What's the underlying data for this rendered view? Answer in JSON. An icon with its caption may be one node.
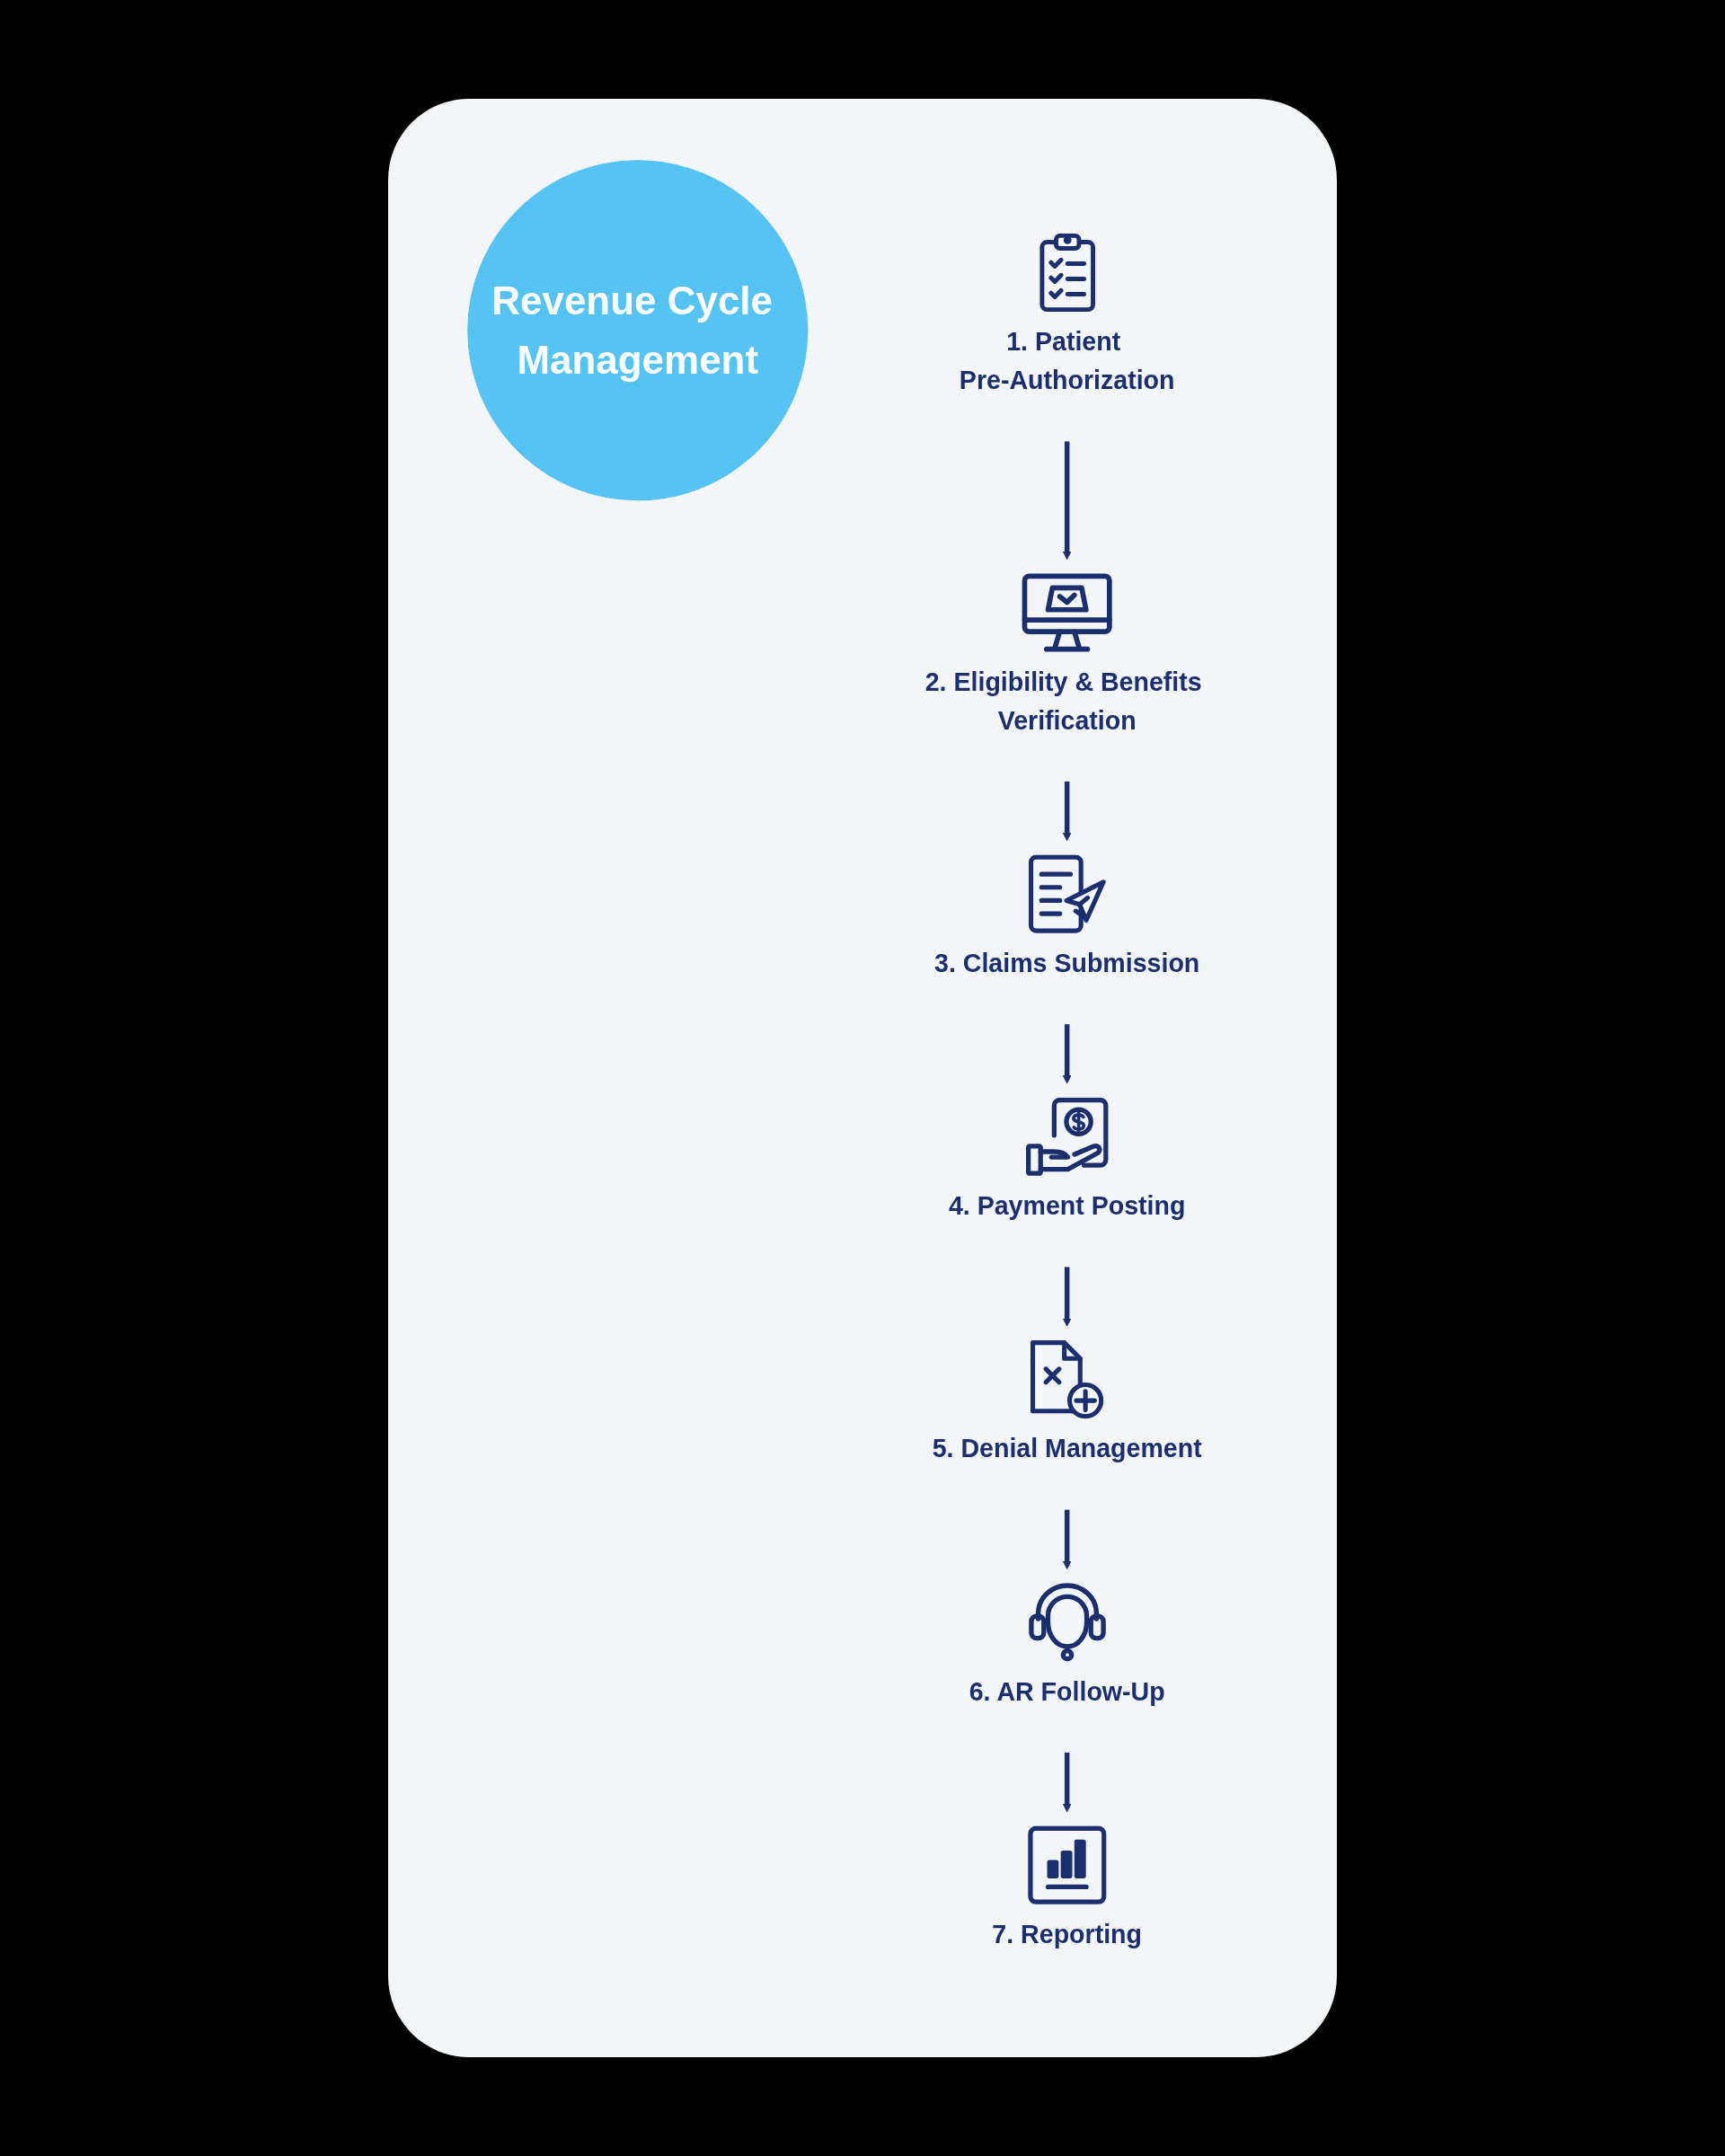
{
  "diagram": {
    "nodes": [
      {
        "text": [
          "Revenue Cycle Management"
        ]
      },
      {
        "text": [
          "1. Patient Pre-Authorization"
        ]
      },
      {
        "text": [
          "2. Eligibility & Benefits Verification"
        ]
      },
      {
        "text": [
          "3. Claims Submission"
        ]
      },
      {
        "text": [
          "4. Payment Posting"
        ]
      },
      {
        "text": [
          "5. Denial Management"
        ]
      },
      {
        "text": [
          "6. AR Follow-Up"
        ]
      },
      {
        "text": [
          "7. Reporting"
        ]
      }
    ],
    "edges": [
      {
        "from": 1,
        "to": 2,
        "arrow": "to"
      },
      {
        "from": 2,
        "to": 3,
        "arrow": "to"
      },
      {
        "from": 3,
        "to": 4,
        "arrow": "to"
      },
      {
        "from": 4,
        "to": 5,
        "arrow": "to"
      },
      {
        "from": 5,
        "to": 6,
        "arrow": "to"
      },
      {
        "from": 6,
        "to": 7,
        "arrow": "to"
      }
    ]
  }
}
